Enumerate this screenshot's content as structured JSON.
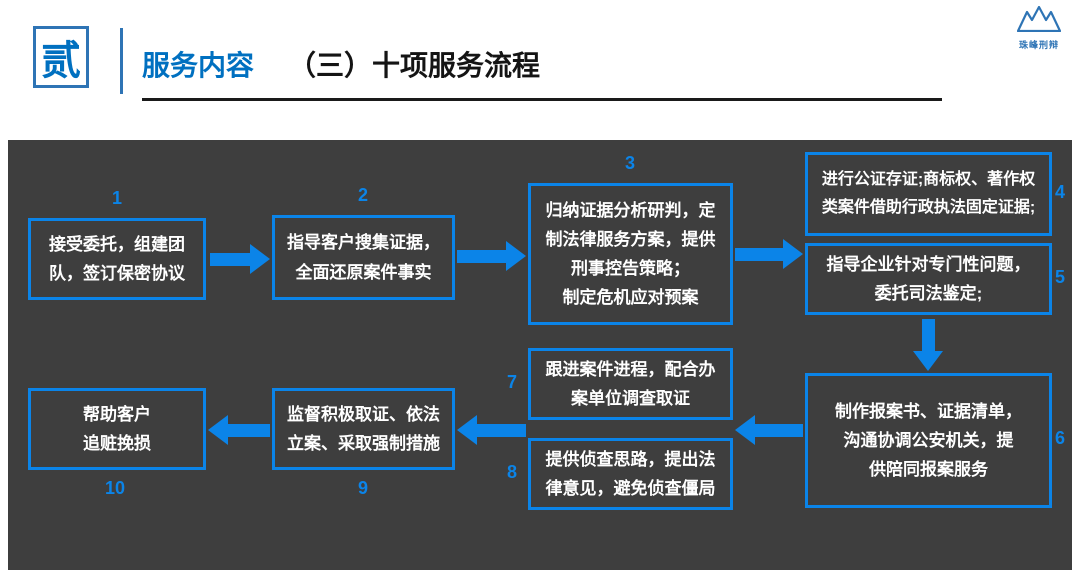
{
  "header": {
    "chapter": "贰",
    "title": "服务内容",
    "subtitle": "（三）十项服务流程",
    "logo": {
      "name": "珠峰刑辩"
    }
  },
  "colors": {
    "accent_blue": "#0b84e8",
    "header_blue": "#0070c0",
    "panel_background": "#3e3e3e",
    "box_text": "#ffffff"
  },
  "flow": {
    "steps": [
      {
        "num": "1",
        "text": "接受委托，组建团\n队，签订保密协议"
      },
      {
        "num": "2",
        "text": "指导客户搜集证据，\n全面还原案件事实"
      },
      {
        "num": "3",
        "text": "归纳证据分析研判，定\n制法律服务方案，提供\n刑事控告策略；\n制定危机应对预案"
      },
      {
        "num": "4",
        "text": "进行公证存证;商标权、著作权\n类案件借助行政执法固定证据;"
      },
      {
        "num": "5",
        "text": "指导企业针对专门性问题，\n委托司法鉴定;"
      },
      {
        "num": "6",
        "text": "制作报案书、证据清单，\n沟通协调公安机关，提\n供陪同报案服务"
      },
      {
        "num": "7",
        "text": "跟进案件进程，配合办\n案单位调查取证"
      },
      {
        "num": "8",
        "text": "提供侦查思路，提出法\n律意见，避免侦查僵局"
      },
      {
        "num": "9",
        "text": "监督积极取证、依法\n立案、采取强制措施"
      },
      {
        "num": "10",
        "text": "帮助客户\n追赃挽损"
      }
    ]
  }
}
